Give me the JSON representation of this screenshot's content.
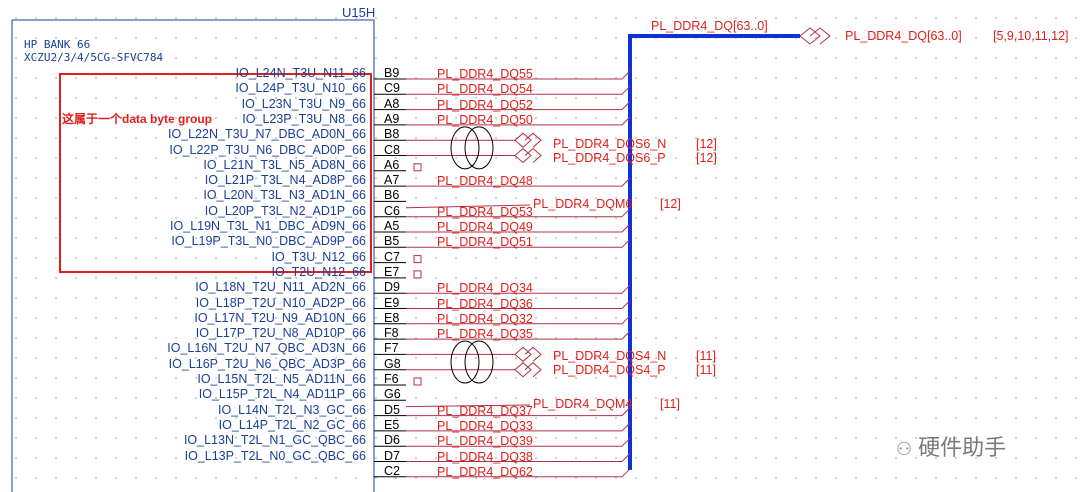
{
  "part": {
    "ref": "U15H",
    "title_line1": "HP BANK 66",
    "title_line2": "XCZU2/3/4/5CG-SFVC784"
  },
  "annotation": "这属于一个data byte group",
  "bus": {
    "label": "PL_DDR4_DQ[63..0]",
    "port_label": "PL_DDR4_DQ[63..0]",
    "port_refs": "[5,9,10,11,12]"
  },
  "pins": [
    {
      "name": "IO_L24N_T3U_N11_66",
      "num": "B9",
      "net": "PL_DDR4_DQ55"
    },
    {
      "name": "IO_L24P_T3U_N10_66",
      "num": "C9",
      "net": "PL_DDR4_DQ54"
    },
    {
      "name": "IO_L23N_T3U_N9_66",
      "num": "A8",
      "net": "PL_DDR4_DQ52"
    },
    {
      "name": "IO_L23P_T3U_N8_66",
      "num": "A9",
      "net": "PL_DDR4_DQ50"
    },
    {
      "name": "IO_L22N_T3U_N7_DBC_AD0N_66",
      "num": "B8",
      "net": ""
    },
    {
      "name": "IO_L22P_T3U_N6_DBC_AD0P_66",
      "num": "C8",
      "net": ""
    },
    {
      "name": "IO_L21N_T3L_N5_AD8N_66",
      "num": "A6",
      "net": ""
    },
    {
      "name": "IO_L21P_T3L_N4_AD8P_66",
      "num": "A7",
      "net": "PL_DDR4_DQ48"
    },
    {
      "name": "IO_L20N_T3L_N3_AD1N_66",
      "num": "B6",
      "net": ""
    },
    {
      "name": "IO_L20P_T3L_N2_AD1P_66",
      "num": "C6",
      "net": "PL_DDR4_DQ53"
    },
    {
      "name": "IO_L19N_T3L_N1_DBC_AD9N_66",
      "num": "A5",
      "net": "PL_DDR4_DQ49"
    },
    {
      "name": "IO_L19P_T3L_N0_DBC_AD9P_66",
      "num": "B5",
      "net": "PL_DDR4_DQ51"
    },
    {
      "name": "IO_T3U_N12_66",
      "num": "C7",
      "net": ""
    },
    {
      "name": "IO_T2U_N12_66",
      "num": "E7",
      "net": ""
    },
    {
      "name": "IO_L18N_T2U_N11_AD2N_66",
      "num": "D9",
      "net": "PL_DDR4_DQ34"
    },
    {
      "name": "IO_L18P_T2U_N10_AD2P_66",
      "num": "E9",
      "net": "PL_DDR4_DQ36"
    },
    {
      "name": "IO_L17N_T2U_N9_AD10N_66",
      "num": "E8",
      "net": "PL_DDR4_DQ32"
    },
    {
      "name": "IO_L17P_T2U_N8_AD10P_66",
      "num": "F8",
      "net": "PL_DDR4_DQ35"
    },
    {
      "name": "IO_L16N_T2U_N7_QBC_AD3N_66",
      "num": "F7",
      "net": ""
    },
    {
      "name": "IO_L16P_T2U_N6_QBC_AD3P_66",
      "num": "G8",
      "net": ""
    },
    {
      "name": "IO_L15N_T2L_N5_AD11N_66",
      "num": "F6",
      "net": ""
    },
    {
      "name": "IO_L15P_T2L_N4_AD11P_66",
      "num": "G6",
      "net": ""
    },
    {
      "name": "IO_L14N_T2L_N3_GC_66",
      "num": "D5",
      "net": "PL_DDR4_DQ37"
    },
    {
      "name": "IO_L14P_T2L_N2_GC_66",
      "num": "E5",
      "net": "PL_DDR4_DQ33"
    },
    {
      "name": "IO_L13N_T2L_N1_GC_QBC_66",
      "num": "D6",
      "net": "PL_DDR4_DQ39"
    },
    {
      "name": "IO_L13P_T2L_N0_GC_QBC_66",
      "num": "D7",
      "net": "PL_DDR4_DQ38"
    },
    {
      "name": "",
      "num": "C2",
      "net": "PL_DDR4_DQ62"
    }
  ],
  "ports": [
    {
      "label": "PL_DDR4_DQS6_N",
      "refs": "[12]"
    },
    {
      "label": "PL_DDR4_DQS6_P",
      "refs": "[12]"
    },
    {
      "label": "PL_DDR4_DQM6",
      "refs": "[12]"
    },
    {
      "label": "PL_DDR4_DQS4_N",
      "refs": "[11]"
    },
    {
      "label": "PL_DDR4_DQS4_P",
      "refs": "[11]"
    },
    {
      "label": "PL_DDR4_DQM4",
      "refs": "[11]"
    }
  ],
  "watermark": "硬件助手",
  "colors": {
    "bus": "#1030d8",
    "net_wire": "#b0304a",
    "net_text": "#e0201a",
    "pin_text": "#1a3f9a",
    "highlight_box": "#e0201a"
  }
}
